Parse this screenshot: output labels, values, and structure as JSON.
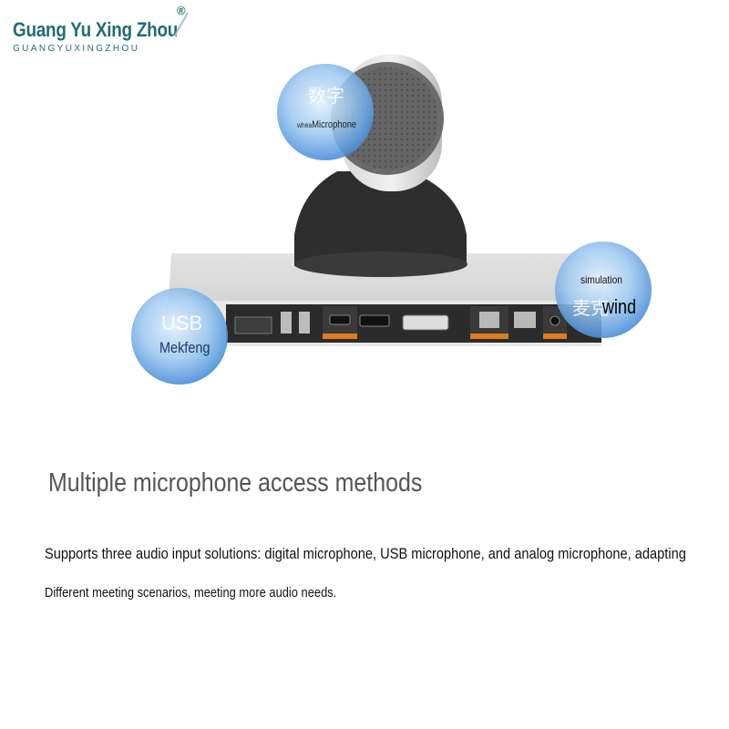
{
  "brand": {
    "name": "Guang Yu Xing Zhou",
    "sub": "GUANGYUXINGZHOU",
    "registered": "®",
    "color": "#1f6e73"
  },
  "bubbles": {
    "digital": {
      "label_prefix": "whea",
      "label": "Microphone"
    },
    "analog": {
      "label_small": "simulation",
      "label_large": "wind"
    },
    "usb": {
      "label": "Mekfeng"
    }
  },
  "content": {
    "heading": "Multiple microphone access methods",
    "line1": "Supports three audio input solutions: digital microphone, USB microphone, and analog microphone, adapting",
    "line2": "Different meeting scenarios, meeting more audio needs."
  }
}
